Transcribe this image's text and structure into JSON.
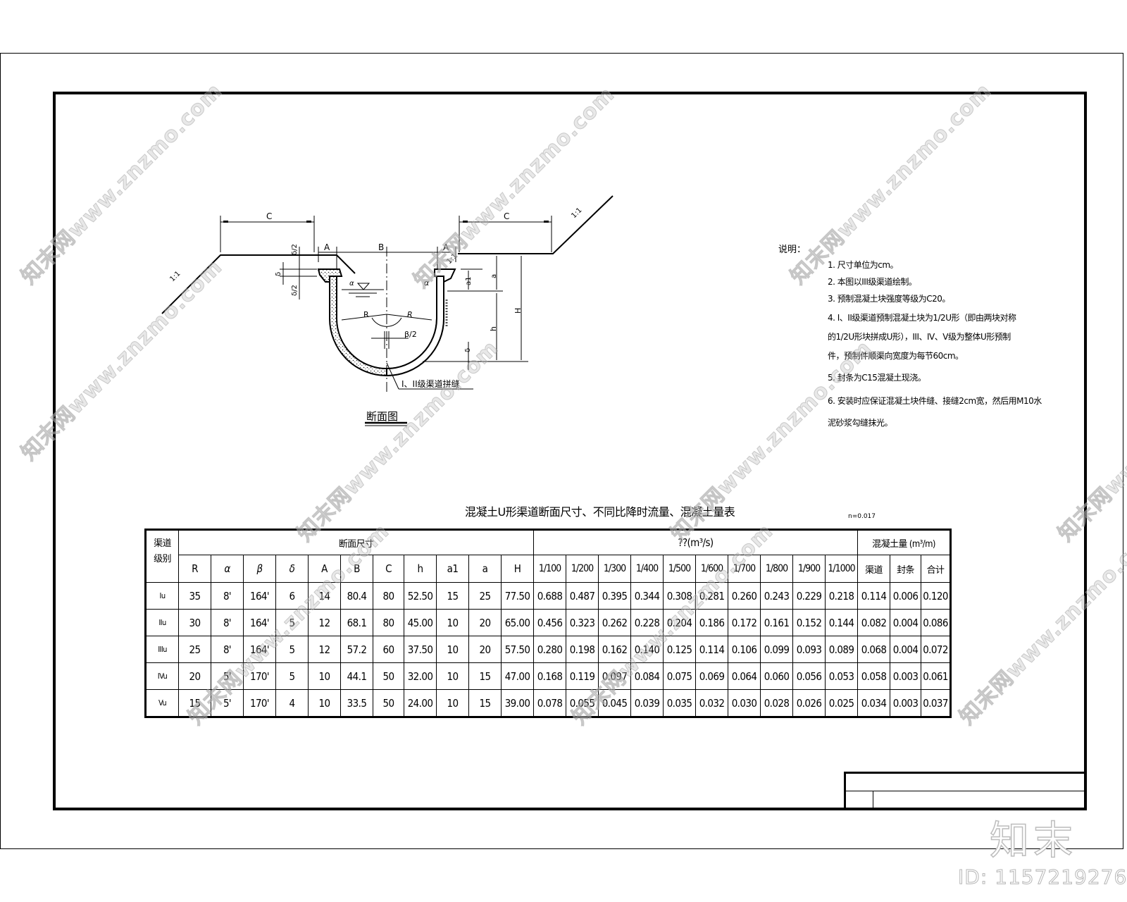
{
  "drawing": {
    "section_title": "断面图",
    "seam_label": "I、II级渠道拼缝",
    "dimension_labels": {
      "C_left": "C",
      "C_right": "C",
      "A_left": "A",
      "B": "B",
      "A_right": "A",
      "slope_left": "1:1",
      "slope_right": "1:1",
      "slope_inner": "1:1",
      "delta_half_top": "δ/2",
      "delta": "δ",
      "delta_half_bottom": "δ/2",
      "alpha_left": "α",
      "alpha_right": "α",
      "R_left": "R",
      "R_right": "R",
      "beta_half": "β/2",
      "a": "a",
      "a1": "a1",
      "h": "h",
      "H": "H",
      "d": "δ"
    }
  },
  "notes": {
    "heading": "说明：",
    "items": [
      "1. 尺寸单位为cm。",
      "2. 本图以III级渠道绘制。",
      "3. 预制混凝土块强度等级为C20。",
      "4. I、II级渠道预制混凝土块为1/2U形（即由两块对称",
      "   的1/2U形块拼成U形），III、IV、V级为整体U形预制",
      "   件，预制件顺渠向宽度为每节60cm。",
      "5. 封条为C15混凝土现浇。",
      "6. 安装时应保证混凝土块件缝、接缝2cm宽，然后用M10水",
      "   泥砂浆勾缝抹光。"
    ]
  },
  "table": {
    "title": "混凝土U形渠道断面尺寸、不同比降时流量、混凝土量表",
    "n_value": "n=0.017",
    "grade_header": [
      "渠道",
      "级别"
    ],
    "group_headers": {
      "dimensions": "断面尺寸",
      "flow": "??(m³/s)",
      "concrete": "混凝土量 (m³/m)"
    },
    "columns": [
      "R",
      "α",
      "β",
      "δ",
      "A",
      "B",
      "C",
      "h",
      "a1",
      "a",
      "H",
      "1/100",
      "1/200",
      "1/300",
      "1/400",
      "1/500",
      "1/600",
      "1/700",
      "1/800",
      "1/900",
      "1/1000",
      "渠道",
      "封条",
      "合计"
    ],
    "rows": [
      {
        "grade": "Iu",
        "values": [
          "35",
          "8'",
          "164'",
          "6",
          "14",
          "80.4",
          "80",
          "52.50",
          "15",
          "25",
          "77.50",
          "0.688",
          "0.487",
          "0.395",
          "0.344",
          "0.308",
          "0.281",
          "0.260",
          "0.243",
          "0.229",
          "0.218",
          "0.114",
          "0.006",
          "0.120"
        ]
      },
      {
        "grade": "IIu",
        "values": [
          "30",
          "8'",
          "164'",
          "5",
          "12",
          "68.1",
          "80",
          "45.00",
          "10",
          "20",
          "65.00",
          "0.456",
          "0.323",
          "0.262",
          "0.228",
          "0.204",
          "0.186",
          "0.172",
          "0.161",
          "0.152",
          "0.144",
          "0.082",
          "0.004",
          "0.086"
        ]
      },
      {
        "grade": "IIIu",
        "values": [
          "25",
          "8'",
          "164'",
          "5",
          "12",
          "57.2",
          "60",
          "37.50",
          "10",
          "20",
          "57.50",
          "0.280",
          "0.198",
          "0.162",
          "0.140",
          "0.125",
          "0.114",
          "0.106",
          "0.099",
          "0.093",
          "0.089",
          "0.068",
          "0.004",
          "0.072"
        ]
      },
      {
        "grade": "IVu",
        "values": [
          "20",
          "5'",
          "170'",
          "5",
          "10",
          "44.1",
          "50",
          "32.00",
          "10",
          "15",
          "47.00",
          "0.168",
          "0.119",
          "0.097",
          "0.084",
          "0.075",
          "0.069",
          "0.064",
          "0.060",
          "0.056",
          "0.053",
          "0.058",
          "0.003",
          "0.061"
        ]
      },
      {
        "grade": "Vu",
        "values": [
          "15",
          "5'",
          "170'",
          "4",
          "10",
          "33.5",
          "50",
          "24.00",
          "10",
          "15",
          "39.00",
          "0.078",
          "0.055",
          "0.045",
          "0.039",
          "0.035",
          "0.032",
          "0.030",
          "0.028",
          "0.026",
          "0.025",
          "0.034",
          "0.003",
          "0.037"
        ]
      }
    ]
  },
  "watermark": {
    "text": "知末网www.znzmo.com",
    "logo": "知末",
    "id": "ID: 1157219276"
  }
}
